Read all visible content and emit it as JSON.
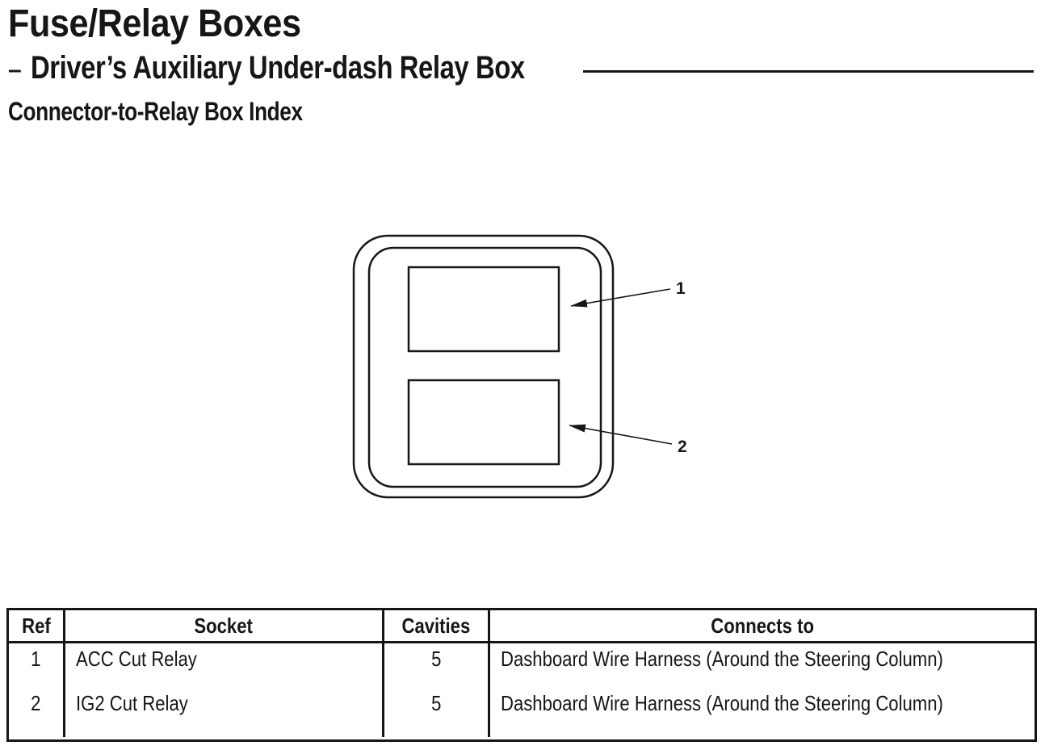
{
  "colors": {
    "ink": "#161616",
    "paper": "#ffffff"
  },
  "header": {
    "title": "Fuse/Relay Boxes",
    "subtitle_dash": "–",
    "subtitle": "Driver’s Auxiliary Under-dash Relay Box",
    "section_heading": "Connector-to-Relay Box Index"
  },
  "diagram": {
    "callouts": [
      {
        "label": "1"
      },
      {
        "label": "2"
      }
    ]
  },
  "table": {
    "headers": [
      "Ref",
      "Socket",
      "Cavities",
      "Connects to"
    ],
    "rows": [
      {
        "ref": "1",
        "socket": "ACC Cut Relay",
        "cavities": "5",
        "connects_to": "Dashboard Wire Harness (Around the Steering Column)"
      },
      {
        "ref": "2",
        "socket": "IG2 Cut Relay",
        "cavities": "5",
        "connects_to": "Dashboard Wire Harness (Around the Steering Column)"
      }
    ]
  }
}
